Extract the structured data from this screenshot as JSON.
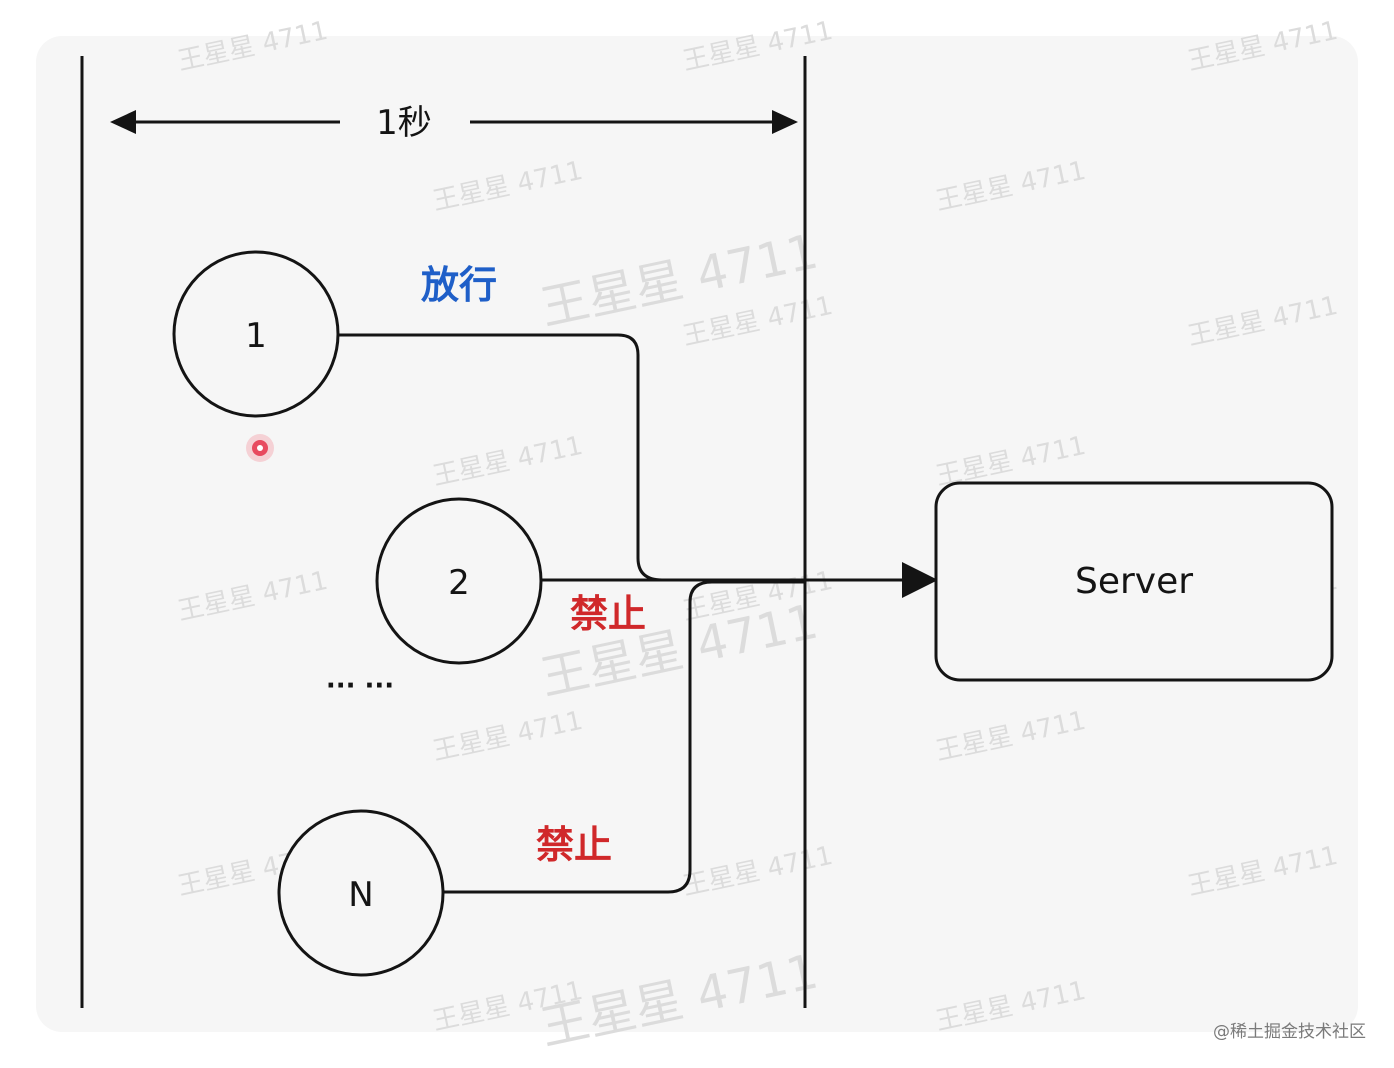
{
  "diagram": {
    "time_window_label": "1秒",
    "nodes": {
      "request_1": "1",
      "request_2": "2",
      "request_n": "N",
      "ellipsis": "··· ···",
      "server": "Server"
    },
    "edges": {
      "allow_label": "放行",
      "deny_label_2": "禁止",
      "deny_label_n": "禁止"
    },
    "colors": {
      "allow": "#1f5fc8",
      "deny": "#d0282a",
      "stroke": "#141414",
      "pointer_marker": "#e84a5f"
    }
  },
  "watermark": {
    "text": "王星星 4711"
  },
  "footer": {
    "credit": "@稀土掘金技术社区"
  }
}
